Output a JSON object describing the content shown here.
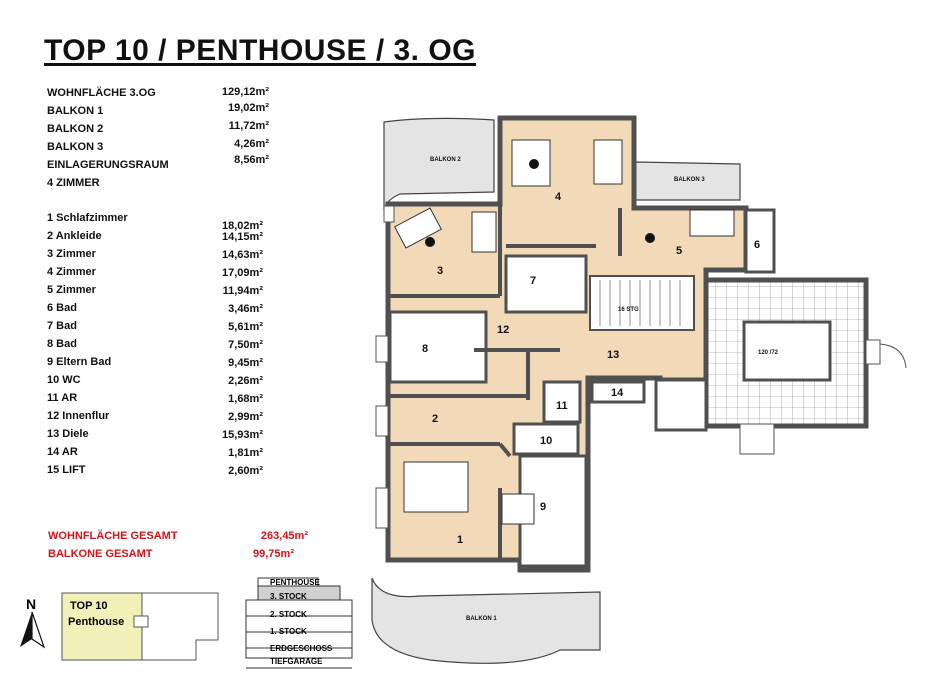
{
  "title": "TOP 10 / PENTHOUSE / 3. OG",
  "summary": [
    {
      "label": "WOHNFLÄCHE 3.OG",
      "value": "129,12m²"
    },
    {
      "label": "BALKON 1",
      "value": "19,02m²"
    },
    {
      "label": "BALKON 2",
      "value": "11,72m²"
    },
    {
      "label": "BALKON 3",
      "value": "4,26m²"
    },
    {
      "label": "EINLAGERUNGSRAUM",
      "value": "8,56m²"
    },
    {
      "label": "4 ZIMMER",
      "value": ""
    }
  ],
  "rooms": [
    {
      "label": "1 Schlafzimmer",
      "value": "18,02m²"
    },
    {
      "label": "2 Ankleide",
      "value": "14,15m²"
    },
    {
      "label": "3 Zimmer",
      "value": "14,63m²"
    },
    {
      "label": "4 Zimmer",
      "value": "17,09m²"
    },
    {
      "label": "5 Zimmer",
      "value": "11,94m²"
    },
    {
      "label": "6 Bad",
      "value": "3,46m²"
    },
    {
      "label": "7 Bad",
      "value": "5,61m²"
    },
    {
      "label": "8 Bad",
      "value": "7,50m²"
    },
    {
      "label": "9 Eltern Bad",
      "value": "9,45m²"
    },
    {
      "label": "10 WC",
      "value": "2,26m²"
    },
    {
      "label": "11 AR",
      "value": "1,68m²"
    },
    {
      "label": "12 Innenflur",
      "value": "2,99m²"
    },
    {
      "label": "13 Diele",
      "value": "15,93m²"
    },
    {
      "label": "14 AR",
      "value": "1,81m²"
    },
    {
      "label": "15 LIFT",
      "value": "2,60m²"
    }
  ],
  "totals": [
    {
      "label": "WOHNFLÄCHE GESAMT",
      "value": "263,45m²"
    },
    {
      "label": "BALKONE GESAMT",
      "value": "99,75m²"
    }
  ],
  "colors": {
    "accent_red": "#d1151b",
    "room_fill": "#f2d9b8",
    "balcony_fill": "#e4e4e4",
    "keyplan_fill": "#f0f0b8",
    "wall": "#505050"
  },
  "compass": {
    "label": "N"
  },
  "keyplan": {
    "line1": "TOP 10",
    "line2": "Penthouse"
  },
  "floors": [
    "PENTHOUSE",
    "3. STOCK",
    "2. STOCK",
    "1. STOCK",
    "ERDGESCHOSS",
    "TIEFGARAGE"
  ],
  "plan_labels": {
    "room1": "1",
    "room2": "2",
    "room3": "3",
    "room4": "4",
    "room5": "5",
    "room6": "6",
    "room7": "7",
    "room8": "8",
    "room9": "9",
    "room10": "10",
    "room11": "11",
    "room12": "12",
    "room13": "13",
    "room14": "14",
    "balkon1": "BALKON 1",
    "balkon2": "BALKON 2",
    "balkon3": "BALKON 3",
    "stairs": "16 STG",
    "lift_dims": "120 /72"
  }
}
